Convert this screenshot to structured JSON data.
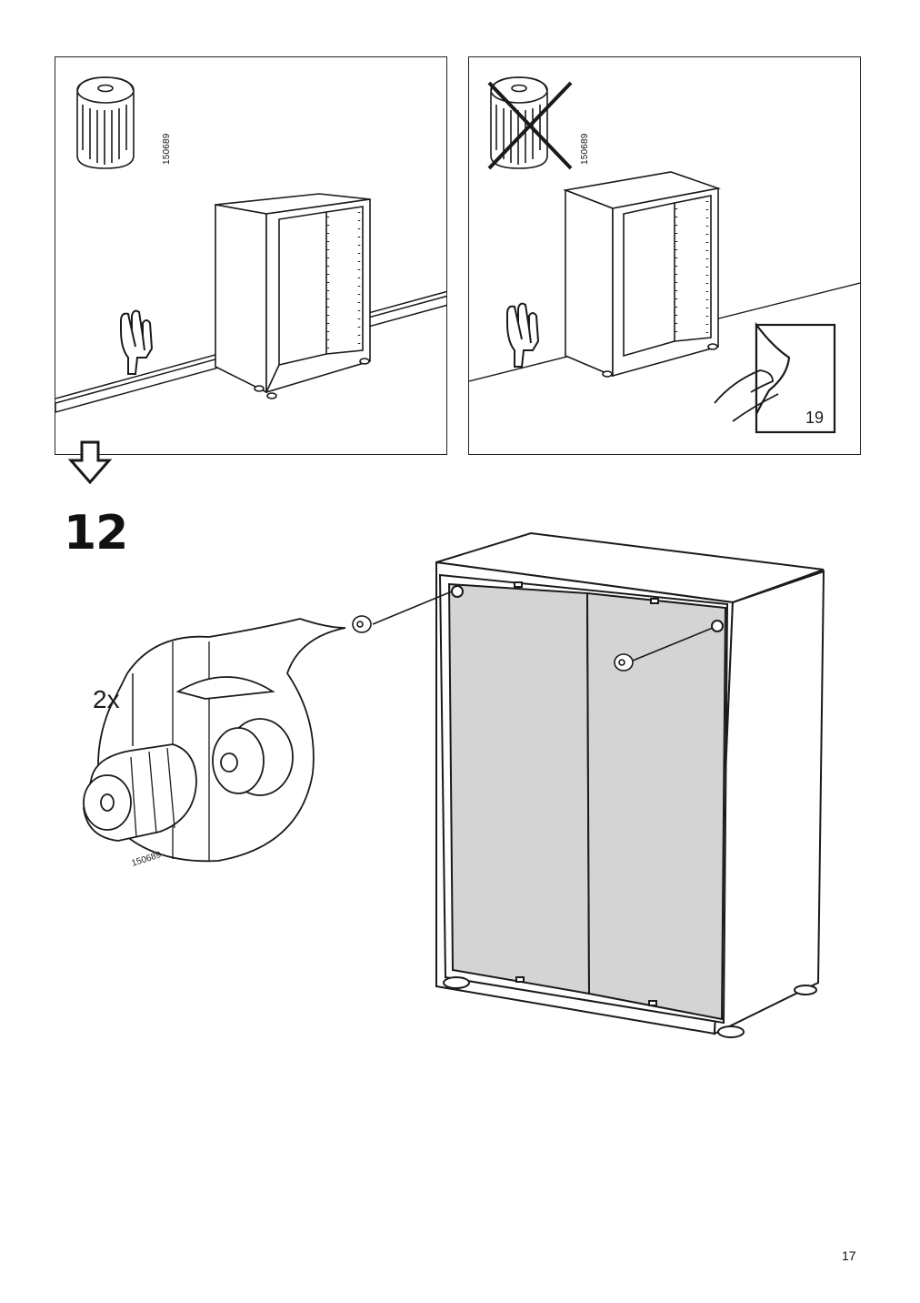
{
  "panels": {
    "left": {
      "part_code": "150689"
    },
    "right": {
      "part_code": "150689",
      "reference_page": "19"
    }
  },
  "step": {
    "number": "12"
  },
  "detail": {
    "quantity": "2x",
    "part_code": "150689"
  },
  "page": {
    "number": "17"
  },
  "colors": {
    "line": "#1a1a1a",
    "back_panel": "#d4d4d4",
    "background": "#ffffff"
  }
}
